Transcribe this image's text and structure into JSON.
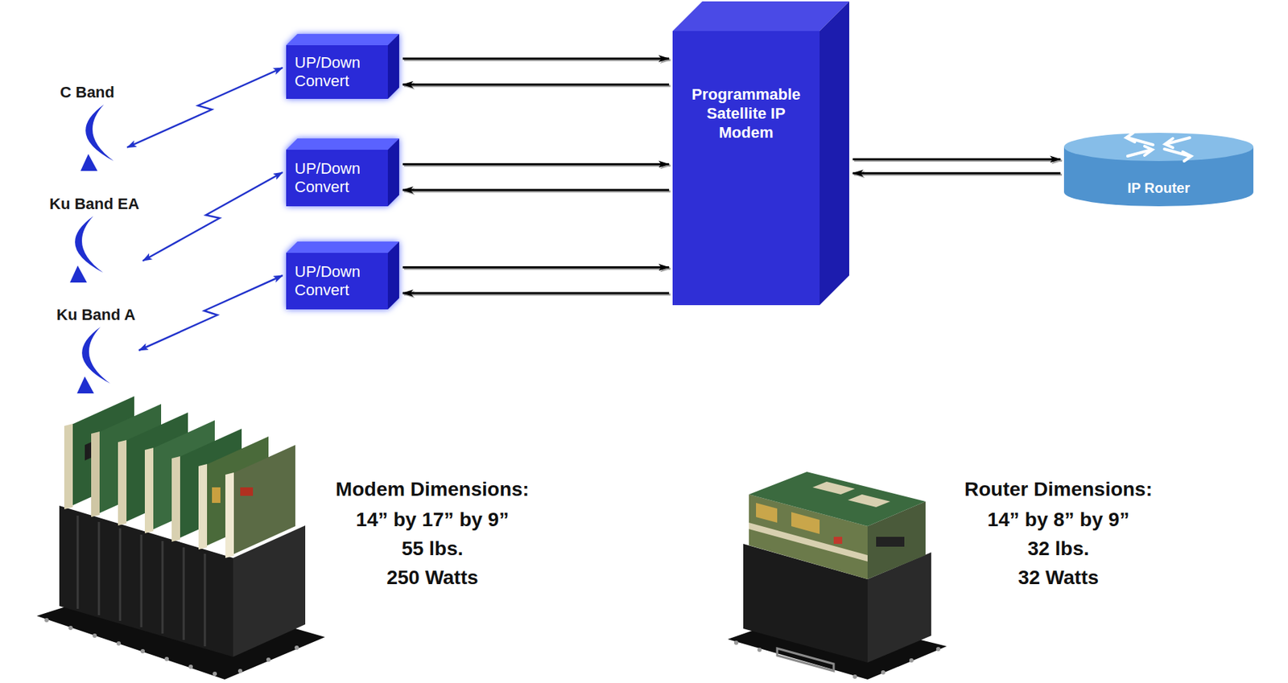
{
  "diagram": {
    "nodes": [
      {
        "text": [
          "C Band"
        ]
      },
      {
        "text": [
          "Ku Band EA"
        ]
      },
      {
        "text": [
          "Ku Band A"
        ]
      },
      {
        "text": [
          "UP/Down Convert"
        ]
      },
      {
        "text": [
          "UP/Down Convert"
        ]
      },
      {
        "text": [
          "UP/Down Convert"
        ]
      },
      {
        "text": [
          "Programmable Satellite IP Modem"
        ]
      },
      {
        "text": [
          "IP Router"
        ]
      }
    ],
    "edges": [
      {
        "from": 0,
        "to": 3,
        "arrow": "both"
      },
      {
        "from": 1,
        "to": 4,
        "arrow": "both"
      },
      {
        "from": 2,
        "to": 5,
        "arrow": "both"
      },
      {
        "from": 3,
        "to": 6,
        "arrow": "to"
      },
      {
        "from": 6,
        "to": 3,
        "arrow": "to"
      },
      {
        "from": 4,
        "to": 6,
        "arrow": "to"
      },
      {
        "from": 6,
        "to": 4,
        "arrow": "to"
      },
      {
        "from": 5,
        "to": 6,
        "arrow": "to"
      },
      {
        "from": 6,
        "to": 5,
        "arrow": "to"
      },
      {
        "from": 6,
        "to": 7,
        "arrow": "to"
      },
      {
        "from": 7,
        "to": 6,
        "arrow": "to"
      }
    ],
    "labels": [
      "Modem Dimensions:",
      "14” by 17” by 9”",
      "55 lbs.",
      "250 Watts",
      "Router Dimensions:",
      "14” by 8” by 9”",
      "32 lbs.",
      "32 Watts"
    ]
  }
}
